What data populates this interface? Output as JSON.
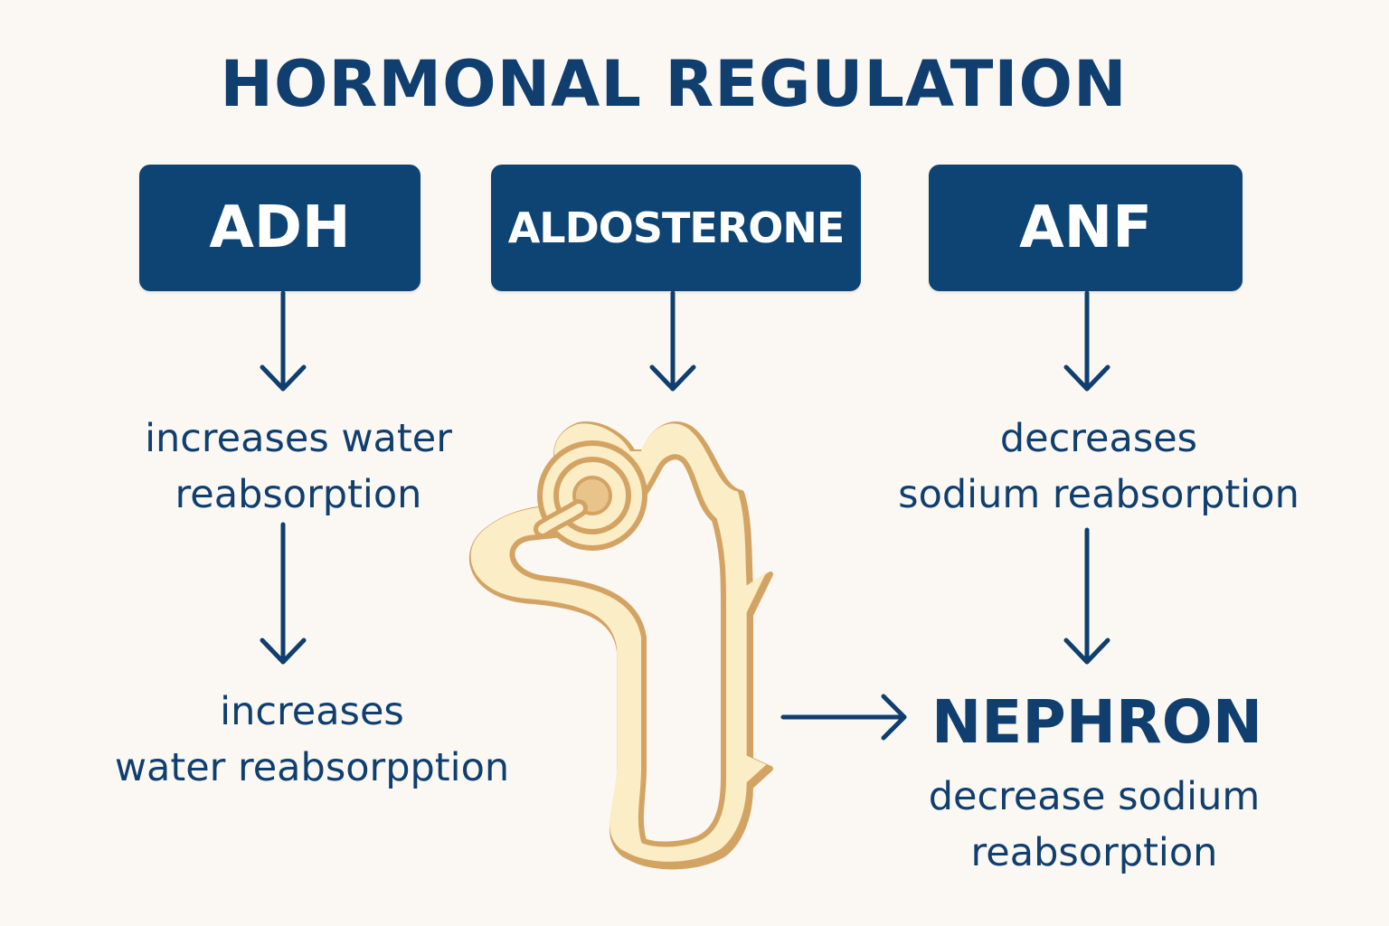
{
  "title": "HORMONAL REGULATION",
  "hormones": [
    {
      "name": "ADH"
    },
    {
      "name": "ALDOSTERONE"
    },
    {
      "name": "ANF"
    }
  ],
  "adh": {
    "effect_1_line1": "increases water",
    "effect_1_line2": "reabsorption",
    "effect_2_line1": "increases",
    "effect_2_line2": "water reabsorpption"
  },
  "anf": {
    "effect_1_line1": "decreases",
    "effect_1_line2": "sodium reabsorption"
  },
  "nephron": {
    "label": "NEPHRON",
    "effect_line1": "decrease sodium",
    "effect_line2": "reabsorption"
  },
  "colors": {
    "box_fill": "#0d4473",
    "text": "#0f3e6f",
    "arrow": "#0f3e6f",
    "nephron_fill": "#fbedc6",
    "nephron_stroke": "#d3a363",
    "background": "#fbf8f3"
  },
  "icons": [
    "arrow-down-icon",
    "arrow-right-icon",
    "nephron-illustration"
  ]
}
